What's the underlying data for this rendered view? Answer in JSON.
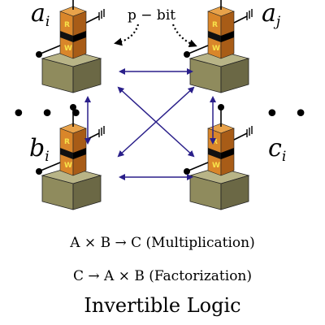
{
  "nodes": [
    {
      "letter": "a",
      "subscript": "i"
    },
    {
      "letter": "a",
      "subscript": "j"
    },
    {
      "letter": "b",
      "subscript": "i"
    },
    {
      "letter": "c",
      "subscript": "i"
    }
  ],
  "device": {
    "read_label": "R",
    "write_label": "W"
  },
  "pbit_label": "p − bit",
  "ellipsis": "• • •",
  "equations": [
    "A × B → C (Multiplication)",
    "C → A × B (Factorization)"
  ],
  "title": "Invertible Logic",
  "colors": {
    "base_front": "#8f8b5d",
    "base_top": "#b8b487",
    "base_side": "#6b6845",
    "column_front": "#d9862a",
    "column_side": "#a85c17",
    "band": "#111111",
    "arrow": "#2a1f8a"
  }
}
